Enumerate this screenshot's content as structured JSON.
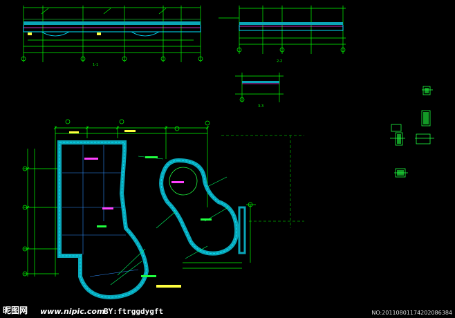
{
  "drawing": {
    "background": "#000000",
    "colors": {
      "wall_outline": "#00e5ff",
      "wall_fill": "#0aa6b8",
      "dimension": "#00ff00",
      "axis": "#00ff00",
      "detail": "#20ff40",
      "annotation_magenta": "#ff40ff",
      "annotation_yellow": "#ffff40",
      "hatch": "#2f8fff",
      "leader": "#00ff66"
    },
    "sections": [
      {
        "label": "1-1"
      },
      {
        "label": "2-2"
      },
      {
        "label": "3-3"
      }
    ],
    "plan_title": "",
    "icons": [
      "section-marker-icon",
      "axis-bubble-icon"
    ]
  },
  "watermark": {
    "logo": "昵图网",
    "url": "www.nipic.com",
    "author": "BY:ftrggdygft",
    "image_no": "NO:20110801174202086384"
  }
}
